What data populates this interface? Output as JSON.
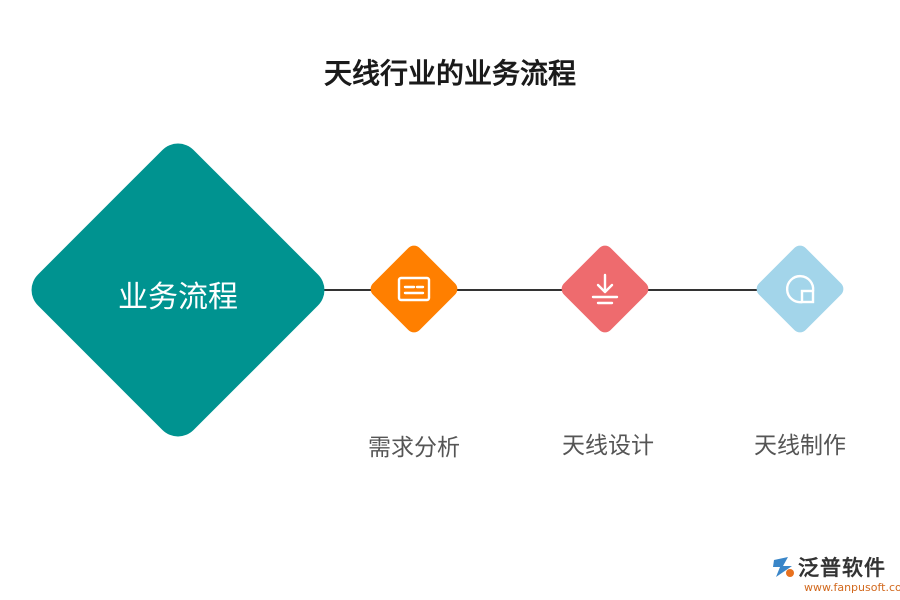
{
  "title": "天线行业的业务流程",
  "main": {
    "label": "业务流程",
    "color": "#009390"
  },
  "steps": [
    {
      "label": "需求分析",
      "color": "#ff7f00",
      "icon": "list-card-icon"
    },
    {
      "label": "天线设计",
      "color": "#ee6b6e",
      "icon": "download-icon"
    },
    {
      "label": "天线制作",
      "color": "#a3d5ea",
      "icon": "chart-square-icon"
    }
  ],
  "logo": {
    "name": "泛普软件",
    "url": "www.fanpusoft.com",
    "mark_color": "#3a86c8",
    "accent_color": "#e8711e"
  }
}
